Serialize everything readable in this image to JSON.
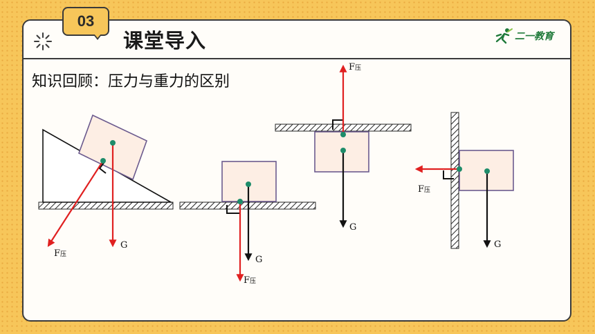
{
  "section_number": "03",
  "section_title": "课堂导入",
  "logo_text": "二一教育",
  "subtitle": "知识回顾：压力与重力的区别",
  "labels": {
    "force": "F",
    "force_sub": "压",
    "gravity": "G"
  },
  "colors": {
    "background": "#f7c65a",
    "block_fill": "#fdeee4",
    "block_border": "#6b5a8e",
    "pressure_arrow": "#e02020",
    "gravity_arrow": "#111111",
    "contact_point": "#1e8c6a"
  },
  "icons": [
    "burst-icon",
    "runner-logo-icon"
  ]
}
